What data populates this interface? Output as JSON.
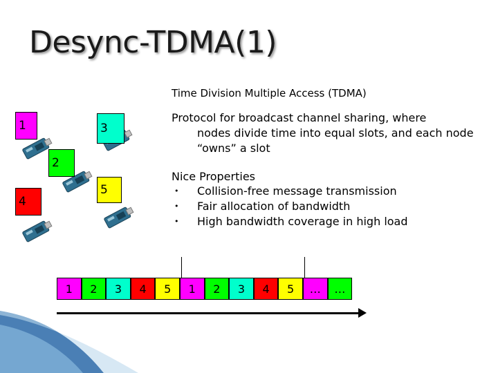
{
  "slide": {
    "title": "Desync-TDMA(1)",
    "subheading": "Time Division Multiple Access (TDMA)",
    "paragraph_line1": "Protocol for broadcast channel sharing, where",
    "paragraph_rest": "nodes divide time into equal slots, and each node “owns” a slot",
    "properties_title": "Nice Properties",
    "bullet_char": "•",
    "properties": [
      "Collision-free message transmission",
      "Fair allocation of bandwidth",
      "High bandwidth coverage in high load"
    ]
  },
  "nodes": [
    {
      "label": "1",
      "color": "#ff00ff"
    },
    {
      "label": "3",
      "color": "#00ffcc"
    },
    {
      "label": "2",
      "color": "#00ff00"
    },
    {
      "label": "5",
      "color": "#ffff00"
    },
    {
      "label": "4",
      "color": "#ff0000"
    }
  ],
  "slots": [
    {
      "label": "1",
      "color": "#ff00ff"
    },
    {
      "label": "2",
      "color": "#00ff00"
    },
    {
      "label": "3",
      "color": "#00ffcc"
    },
    {
      "label": "4",
      "color": "#ff0000"
    },
    {
      "label": "5",
      "color": "#ffff00"
    },
    {
      "label": "1",
      "color": "#ff00ff"
    },
    {
      "label": "2",
      "color": "#00ff00"
    },
    {
      "label": "3",
      "color": "#00ffcc"
    },
    {
      "label": "4",
      "color": "#ff0000"
    },
    {
      "label": "5",
      "color": "#ffff00"
    },
    {
      "label": "…",
      "color": "#ff00ff"
    },
    {
      "label": "…",
      "color": "#00ff00"
    }
  ]
}
